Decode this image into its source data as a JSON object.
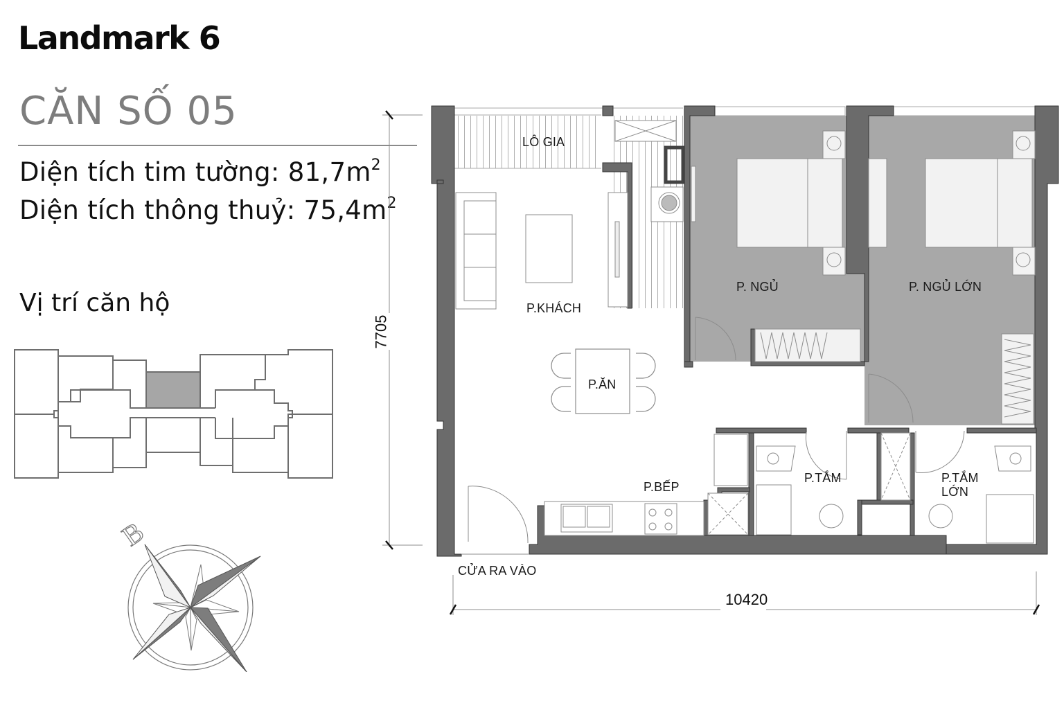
{
  "header": {
    "project_name": "Landmark 6",
    "unit_title": "CĂN SỐ 05",
    "area_wall_center_label": "Diện tích tim tường: 81,7m",
    "area_wall_center_unit_sup": "2",
    "area_clear_label": "Diện tích thông thuỷ: 75,4m",
    "area_clear_unit_sup": "2"
  },
  "location": {
    "heading": "Vị trí căn hộ",
    "highlight_color": "#a6a6a6"
  },
  "compass": {
    "north_letter": "B",
    "icon": "compass-rose-icon"
  },
  "floorplan": {
    "rooms": [
      {
        "id": "loggia",
        "label": "LÔ GIA"
      },
      {
        "id": "living",
        "label": "P.KHÁCH"
      },
      {
        "id": "dining",
        "label": "P.ĂN"
      },
      {
        "id": "kitchen",
        "label": "P.BẾP"
      },
      {
        "id": "bedroom",
        "label": "P. NGỦ"
      },
      {
        "id": "master_bedroom",
        "label": "P. NGỦ LỚN"
      },
      {
        "id": "bathroom",
        "label": "P.TẮM"
      },
      {
        "id": "master_bathroom_line1",
        "label": "P.TẮM"
      },
      {
        "id": "master_bathroom_line2",
        "label": "LỚN"
      },
      {
        "id": "entrance",
        "label": "CỬA RA VÀO"
      }
    ],
    "dimensions": {
      "height_mm": "7705",
      "width_mm": "10420"
    },
    "colors": {
      "wall": "#6b6b6b",
      "bedroom_floor": "#a8a8a8",
      "furniture_fill": "#f2f2f2",
      "line": "#8c8c8c"
    }
  }
}
